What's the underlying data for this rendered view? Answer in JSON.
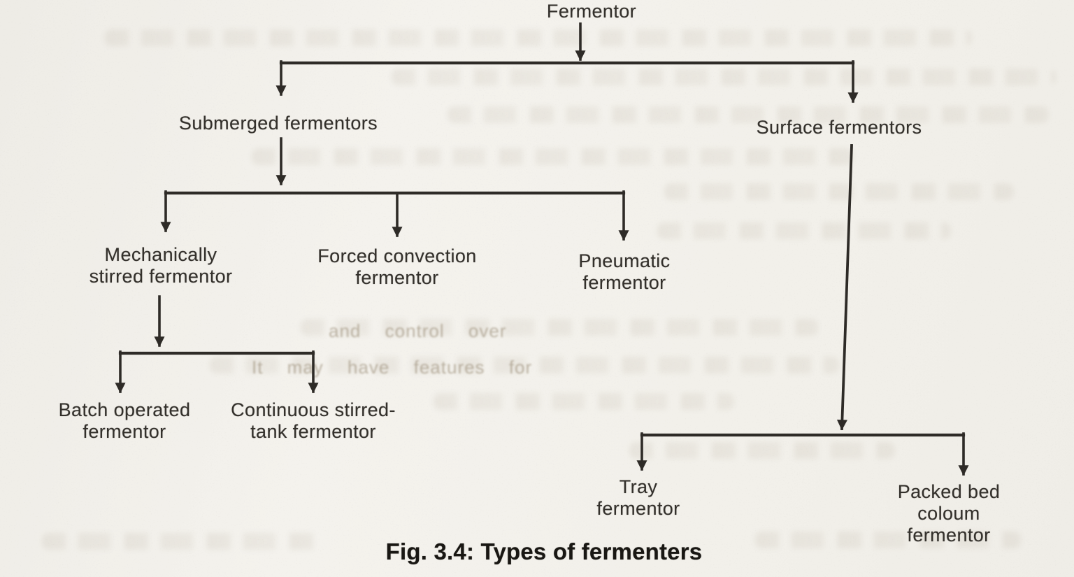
{
  "document": {
    "caption": "Fig. 3.4: Types of fermenters"
  },
  "diagram": {
    "root": {
      "label": "Fermentor"
    },
    "branches": {
      "submerged": {
        "label": "Submerged fermentors"
      },
      "surface": {
        "label": "Surface fermentors"
      }
    },
    "submerged_types": [
      {
        "label": "Mechanically\nstirred fermentor"
      },
      {
        "label": "Forced convection\nfermentor"
      },
      {
        "label": "Pneumatic\nfermentor"
      }
    ],
    "mechanically_stirred_types": [
      {
        "label": "Batch operated\nfermentor"
      },
      {
        "label": "Continuous stirred-\ntank fermentor"
      }
    ],
    "surface_types": [
      {
        "label": "Tray\nfermentor"
      },
      {
        "label": "Packed bed coloum\nfermentor"
      }
    ]
  },
  "bleed_through_fragments": [
    {
      "text": "and control over"
    },
    {
      "text": "It may have features for"
    }
  ],
  "colors": {
    "ink": "#2e2b27",
    "paper": "#f2f0ea"
  }
}
